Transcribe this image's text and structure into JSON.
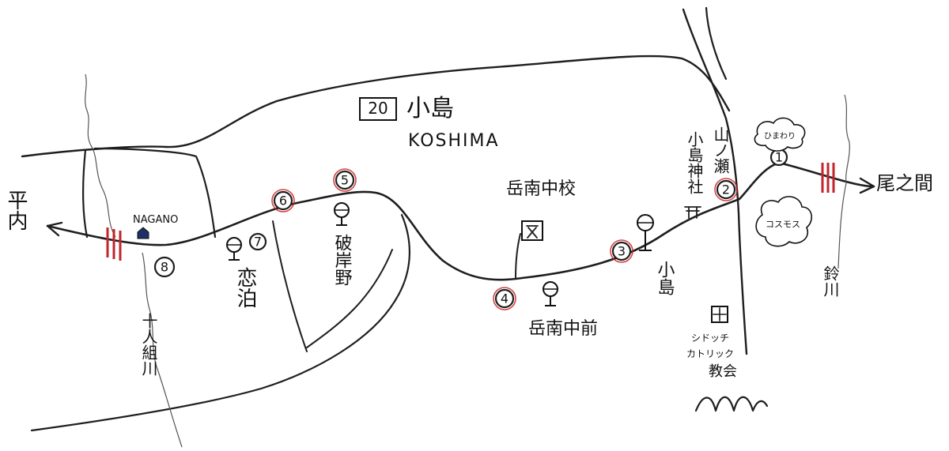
{
  "area": {
    "number": "20",
    "name_ja": "小島",
    "name_en": "KOSHIMA"
  },
  "directions": {
    "west": "平内",
    "east": "尾之間"
  },
  "stops": [
    {
      "number": "1",
      "label": "ひまわり"
    },
    {
      "number": "2",
      "label": "山ノ瀬"
    },
    {
      "number": "3",
      "label": "小島"
    },
    {
      "number": "4",
      "label": "岳南中前"
    },
    {
      "number": "5",
      "label": "破岸野"
    },
    {
      "number": "6",
      "label": ""
    },
    {
      "number": "7",
      "label": "恋泊"
    },
    {
      "number": "8",
      "label": "NAGANO"
    }
  ],
  "landmarks": {
    "shrine": "小島神社",
    "school_label": "岳南中校",
    "cosmos": "コスモス",
    "church_line1": "シドッチ",
    "church_line2": "カトリック",
    "church_line3": "教会",
    "river_juninkumi": "十人組川",
    "river_suzu": "鈴川"
  }
}
